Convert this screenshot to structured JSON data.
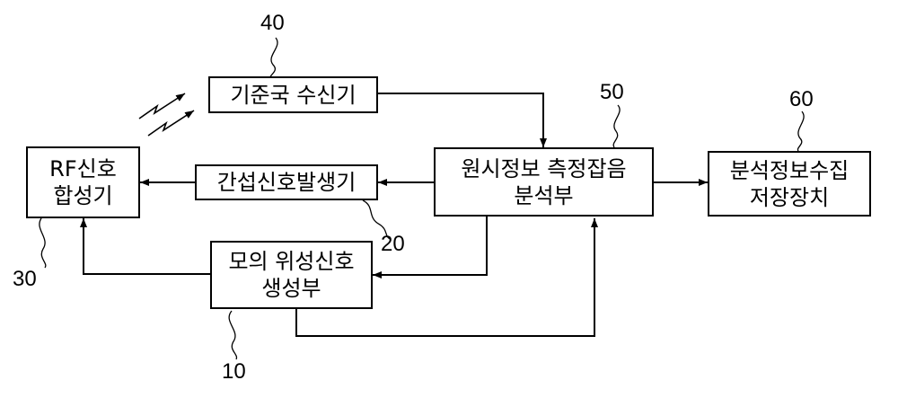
{
  "blocks": {
    "sim_signal_gen": {
      "lines": [
        "모의 위성신호",
        "생성부"
      ],
      "ref": "10"
    },
    "interference_gen": {
      "lines": [
        "간섭신호발생기"
      ],
      "ref": "20"
    },
    "rf_combiner": {
      "lines": [
        "RF신호",
        "합성기"
      ],
      "ref": "30"
    },
    "reference_receiver": {
      "lines": [
        "기준국 수신기"
      ],
      "ref": "40"
    },
    "raw_info_analyzer": {
      "lines": [
        "원시정보 측정잡음",
        "분석부"
      ],
      "ref": "50"
    },
    "storage": {
      "lines": [
        "분석정보수집",
        "저장장치"
      ],
      "ref": "60"
    }
  },
  "colors": {
    "line": "#000000",
    "background": "#ffffff"
  }
}
